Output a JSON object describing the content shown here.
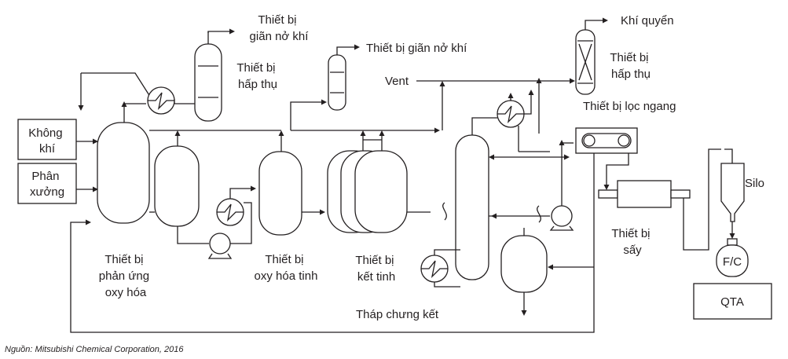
{
  "labels": {
    "khong_khi": [
      "Không",
      "khí"
    ],
    "phan_xuong": [
      "Phân",
      "xưởng"
    ],
    "thiet_bi_gian_no_khi_1": [
      "Thiết bị",
      "giãn nở khí"
    ],
    "thiet_bi_gian_no_khi_2": "Thiết bị giãn nở khí",
    "thiet_bi_hap_thu_1": [
      "Thiết bị",
      "hấp thụ"
    ],
    "thiet_bi_hap_thu_2": [
      "Thiết bị",
      "hấp thụ"
    ],
    "khi_quyen": "Khí quyển",
    "vent": "Vent",
    "thiet_bi_loc_ngang": "Thiết bị lọc ngang",
    "silo": "Silo",
    "thiet_bi_say": [
      "Thiết bị",
      "sấy"
    ],
    "fc": "F/C",
    "qta": "QTA",
    "thiet_bi_phan_ung": [
      "Thiết bị",
      "phản ứng",
      "oxy hóa"
    ],
    "thiet_bi_oxy_hoa_tinh": [
      "Thiết bị",
      "oxy hóa tinh"
    ],
    "thiet_bi_ket_tinh": [
      "Thiết bị",
      "kết tinh"
    ],
    "thap_chung_ket": "Tháp chưng kết"
  },
  "source": "Nguồn: Mitsubishi Chemical Corporation, 2016",
  "colors": {
    "line": "#231f20",
    "background": "#ffffff"
  }
}
